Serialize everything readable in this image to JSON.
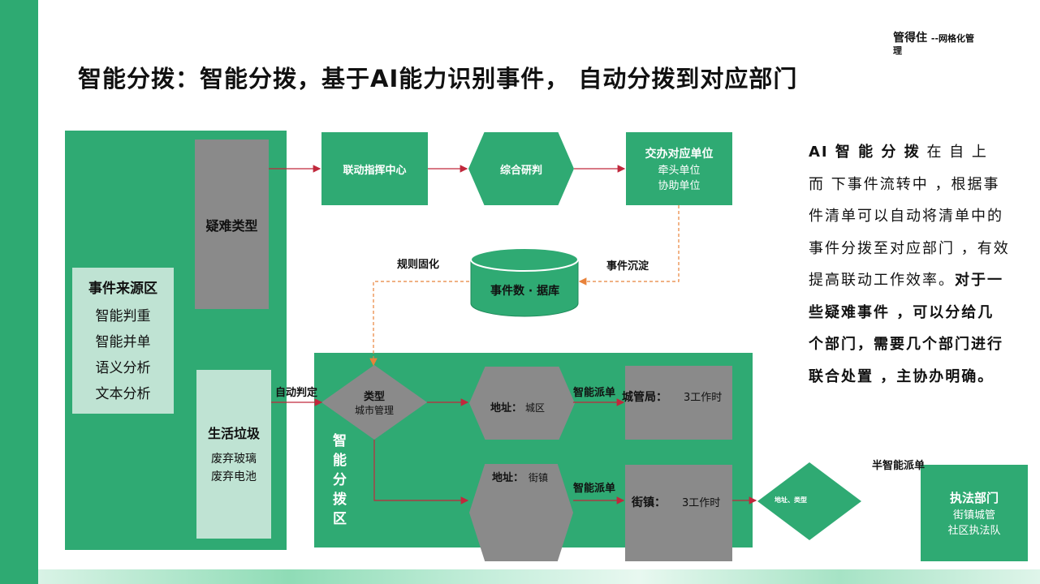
{
  "header": {
    "title": "智能分拨：智能分拨，基于AI能力识别事件，    自动分拨到对应部门",
    "logo_main": "管得住",
    "logo_overlap": "--网格化管",
    "logo_line2": "理"
  },
  "source_zone": {
    "title": "事件来源区",
    "items": [
      "智能判重",
      "智能并单",
      "语义分析",
      "文本分析"
    ]
  },
  "difficult": {
    "label": "疑难类型"
  },
  "garbage": {
    "title": "生活垃圾",
    "items": [
      "废弃玻璃",
      "废弃电池"
    ]
  },
  "top_flow": {
    "command_center": "联动指挥中心",
    "research": "综合研判",
    "assign_unit": {
      "title": "交办对应单位",
      "lines": [
        "牵头单位",
        "协助单位"
      ]
    }
  },
  "database": {
    "label": "事件数 · 据库"
  },
  "edge_labels": {
    "rule": "规则固化",
    "settle": "事件沉淀",
    "auto_judge": "自动判定",
    "smart_dispatch_1": "智能派单",
    "smart_dispatch_2": "智能派单",
    "semi_dispatch": "半智能派单"
  },
  "dispatch_zone": {
    "label_chars": [
      "智",
      "能",
      "分",
      "拨",
      "区"
    ],
    "type_diamond": {
      "title": "类型",
      "sub": "城市管理"
    },
    "address1": {
      "label": "地址：",
      "value": "城区"
    },
    "address2": {
      "label": "地址：",
      "value": "街镇"
    },
    "dept1": {
      "name": "城管局：",
      "time": "3工作时"
    },
    "dept2": {
      "name": "街镇：",
      "time": "3工作时"
    }
  },
  "addr_type_diamond": {
    "label": "地址、类型"
  },
  "law_dept": {
    "title": "执法部门",
    "lines": [
      "街镇城管",
      "社区执法队"
    ]
  },
  "side_text": {
    "bold1": "AI 智 能 分 拨",
    "normal1": "在 自 上 而 下事件流转中 ，根据事件清单可以自动将清单中的事件分拨至对应部门 ，有效提高联动工作效率。",
    "bold2": "对于一些疑难事件 ，可以分给几个部门，需要几个部门进行联合处置 ，主协办明确。"
  },
  "colors": {
    "green": "#2faa73",
    "gray": "#8a8a8a",
    "pale_green": "#bfe3d3",
    "arrow_red": "#c0283c",
    "dashed_orange": "#e8823a"
  }
}
